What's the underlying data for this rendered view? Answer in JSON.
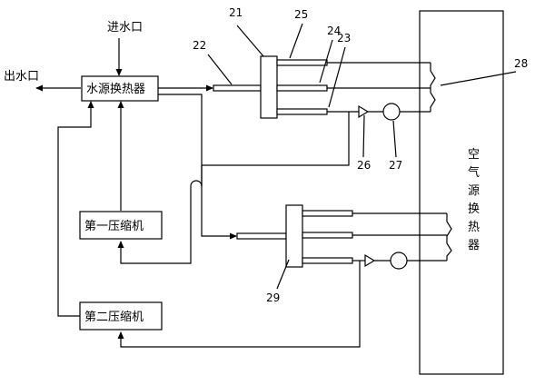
{
  "labels": {
    "water_inlet": "进水口",
    "water_outlet": "出水口",
    "water_heat_exchanger": "水源换热器",
    "compressor_1": "第一压缩机",
    "compressor_2": "第二压缩机",
    "air_heat_exchanger_chars": [
      "空",
      "气",
      "源",
      "换",
      "热",
      "器"
    ]
  },
  "callouts": {
    "n21": "21",
    "n22": "22",
    "n23": "23",
    "n24": "24",
    "n25": "25",
    "n26": "26",
    "n27": "27",
    "n28": "28",
    "n29": "29"
  }
}
